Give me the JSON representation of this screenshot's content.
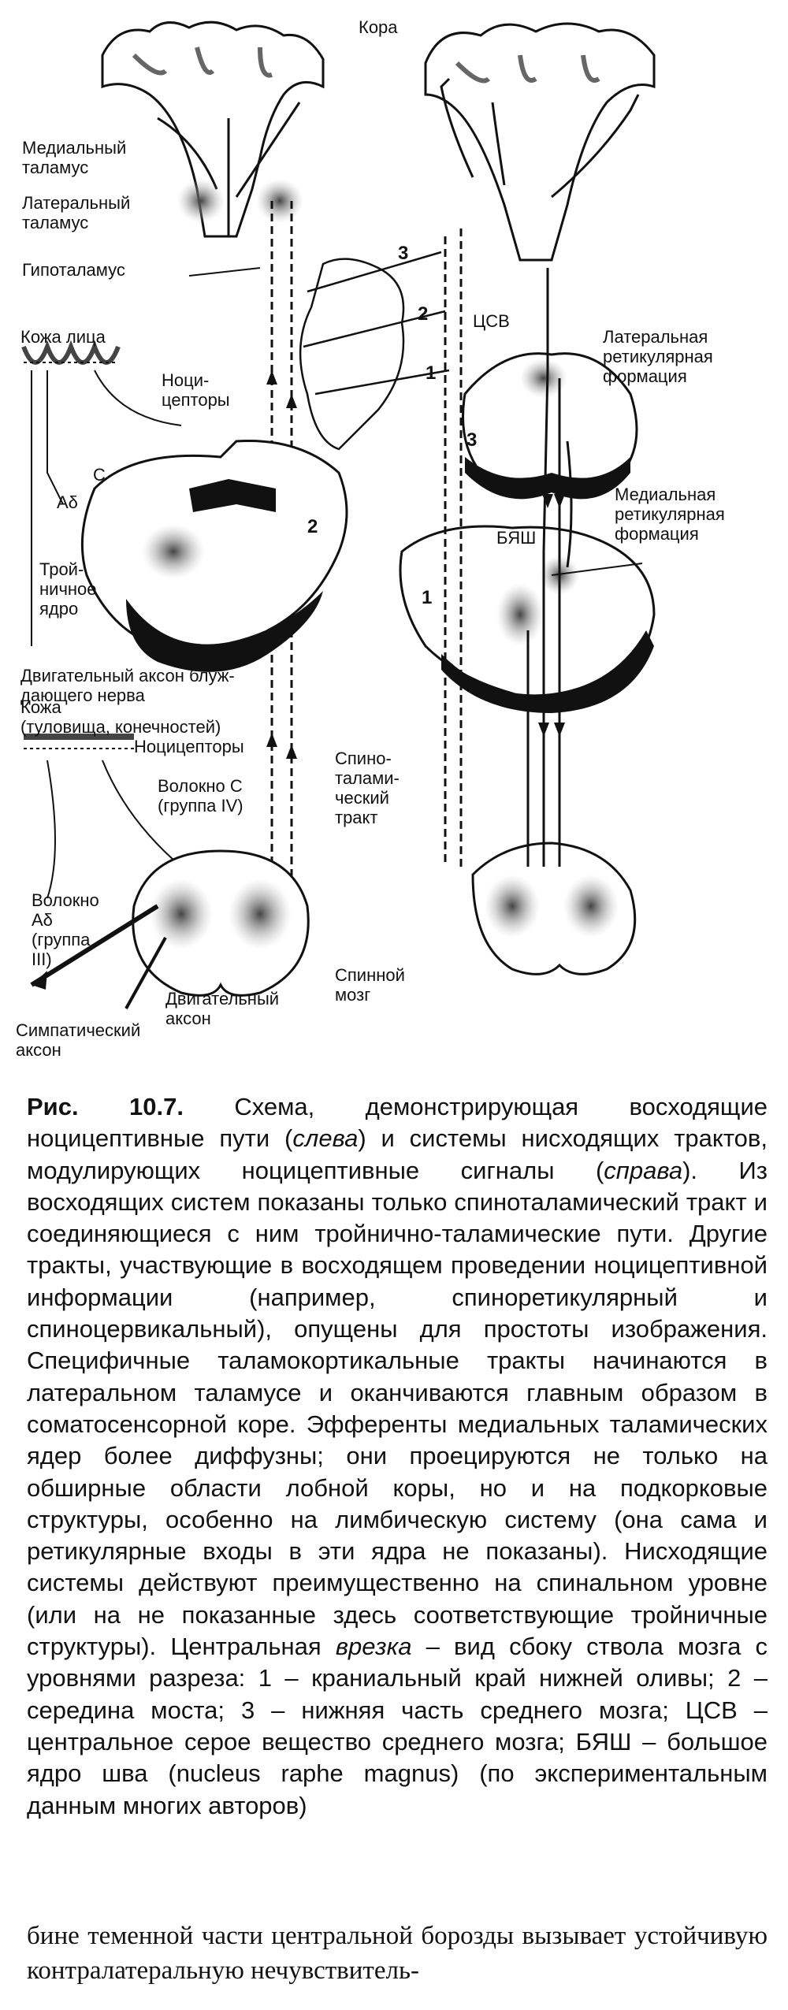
{
  "labels": {
    "cortex": "Кора",
    "medial_thalamus": "Медиальный\nталамус",
    "lateral_thalamus": "Латеральный\nталамус",
    "hypothalamus": "Гипоталамус",
    "face_skin": "Кожа лица",
    "nociceptors_face": "Ноци-\nцепторы",
    "fiber_c_top": "C",
    "fiber_adelta_top": "Aδ",
    "trigeminal_nucleus": "Трой-\nничное\nядро",
    "vagus_motor_axon": "Двигательный аксон блуж-\nдающего нерва",
    "body_skin": "Кожа\n(туловища, конечностей)",
    "nociceptors_body": "Ноцицепторы",
    "fiber_c_group": "Волокно C\n(группа IV)",
    "fiber_adelta_group": "Волокно\nAδ\n(группа\nIII)",
    "motor_axon": "Двигательный\nаксон",
    "sympathetic_axon": "Симпатический\nаксон",
    "spinothalamic_tract": "Спино-\nталами-\nческий\nтракт",
    "spinal_cord": "Спинной\nмозг",
    "csv": "ЦСВ",
    "lateral_reticular": "Латеральная\nретикулярная\nформация",
    "medial_reticular": "Медиальная\nретикулярная\nформация",
    "byash": "БЯШ",
    "level_1": "1",
    "level_2": "2",
    "level_3": "3",
    "section_2": "2",
    "section_3": "3",
    "section_1": "1"
  },
  "caption": {
    "fig_label": "Рис. 10.7.",
    "part1": " Схема, демонстрирующая восходящие ноцицептивные пути (",
    "left_word": "слева",
    "part2": ") и системы нисходящих трактов, модулирующих ноцицептивные сигналы (",
    "right_word": "справа",
    "part3": "). Из восходящих систем показаны только спиноталамический тракт и соединяющиеся с ним тройнично-таламические пути. Другие тракты, участвующие в восходящем проведении ноцицептивной информации (например, спиноретикулярный и спиноцервикальный), опущены для простоты изображения. Специфичные таламокортикальные тракты начинаются в латеральном таламусе и оканчиваются главным образом в соматосенсорной коре. Эфференты медиальных таламических ядер более диффузны; они проецируются не только на обширные области лобной коры, но и на подкорковые структуры, особенно на лимбическую систему (она сама и ретикулярные входы в эти ядра не показаны). Нисходящие системы действуют преимущественно на спинальном уровне (или на не показанные здесь соответствующие тройничные структуры). Центральная ",
    "inset_word": "врезка",
    "part4": " – вид сбоку ствола мозга с уровнями разреза: 1 – краниальный край нижней оливы; 2 – середина моста; 3 – нижняя часть среднего мозга; ЦСВ – центральное серое вещество среднего мозга; БЯШ – большое ядро шва (nucleus raphe magnus) (по экспериментальным данным многих авторов)"
  },
  "body_text": "бине теменной части центральной борозды вызывает устойчивую контралатеральную нечувствитель-"
}
